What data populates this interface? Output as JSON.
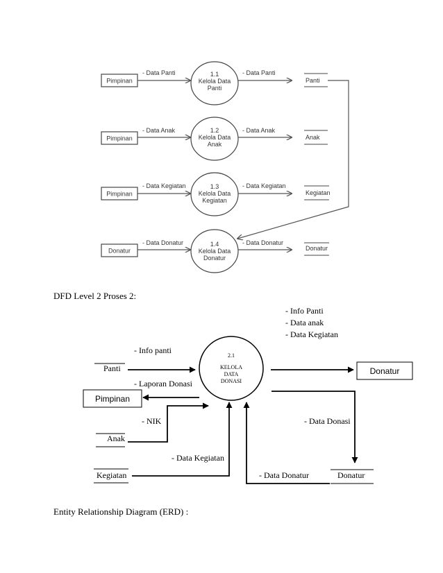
{
  "diagram1": {
    "rows": [
      {
        "entity": "Pimpinan",
        "flow_in": "- Data Panti",
        "process_id": "1.1",
        "process_l1": "Kelola Data",
        "process_l2": "Panti",
        "flow_out": "- Data Panti",
        "store": "Panti"
      },
      {
        "entity": "Pimpinan",
        "flow_in": "- Data Anak",
        "process_id": "1.2",
        "process_l1": "Kelola Data",
        "process_l2": "Anak",
        "flow_out": "- Data Anak",
        "store": "Anak"
      },
      {
        "entity": "Pimpinan",
        "flow_in": "- Data Kegiatan",
        "process_id": "1.3",
        "process_l1": "Kelola Data",
        "process_l2": "Kegiatan",
        "flow_out": "- Data Kegiatan",
        "store": "Kegiatan"
      },
      {
        "entity": "Donatur",
        "flow_in": "- Data Donatur",
        "process_id": "1.4",
        "process_l1": "Kelola Data",
        "process_l2": "Donatur",
        "flow_out": "- Data Donatur",
        "store": "Donatur"
      }
    ]
  },
  "heading_dfd2": "DFD Level 2 Proses 2:",
  "diagram2": {
    "info_list": [
      "- Info Panti",
      "- Data anak",
      "- Data Kegiatan"
    ],
    "process_id": "2.1",
    "process_l1": "KELOLA",
    "process_l2": "DATA",
    "process_l3": "DONASI",
    "store_panti": "Panti",
    "label_info_panti": "- Info panti",
    "label_laporan": "- Laporan Donasi",
    "entity_pimpinan": "Pimpinan",
    "label_nik": "- NIK",
    "store_anak": "Anak",
    "label_data_kegiatan": "- Data Kegiatan",
    "store_kegiatan": "Kegiatan",
    "label_data_donatur": "- Data Donatur",
    "store_donatur": "Donatur",
    "entity_donatur": "Donatur",
    "label_data_donasi": "- Data Donasi"
  },
  "heading_erd": "Entity Relationship Diagram (ERD) :"
}
